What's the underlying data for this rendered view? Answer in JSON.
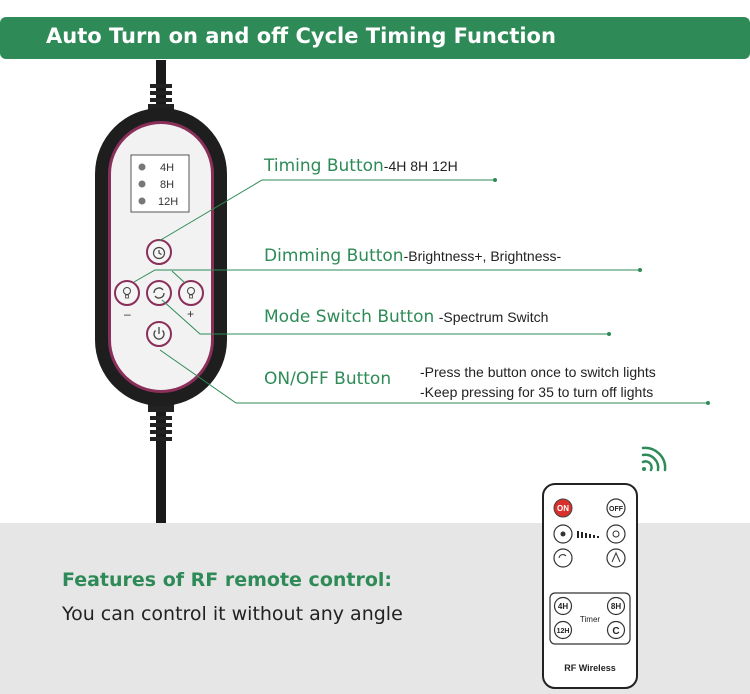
{
  "header": {
    "title": "Auto Turn on and off Cycle Timing Function"
  },
  "controller": {
    "timer_leds": [
      "4H",
      "8H",
      "12H"
    ],
    "minus_sign": "–",
    "plus_sign": "+"
  },
  "callouts": {
    "timing": {
      "label": "Timing Button",
      "detail": "-4H 8H 12H"
    },
    "dimming": {
      "label": "Dimming Button",
      "detail": "-Brightness+, Brightness-"
    },
    "mode": {
      "label": "Mode Switch Button",
      "detail": "-Spectrum Switch"
    },
    "onoff": {
      "label": "ON/OFF Button",
      "detail_line1": "-Press the button once to switch lights",
      "detail_line2": "-Keep pressing for 35 to turn off lights"
    }
  },
  "features": {
    "title": "Features of RF remote control:",
    "description": "You can control it without any angle"
  },
  "remote": {
    "on_label": "ON",
    "off_label": "OFF",
    "timer_4h": "4H",
    "timer_8h": "8H",
    "timer_12h": "12H",
    "timer_c": "C",
    "timer_label": "Timer",
    "brand_label": "RF Wireless"
  },
  "colors": {
    "header_green": "#2e8b57",
    "callout_green": "#2e8b57",
    "on_red": "#d9302c",
    "panel_gray": "#e6e6e6"
  }
}
